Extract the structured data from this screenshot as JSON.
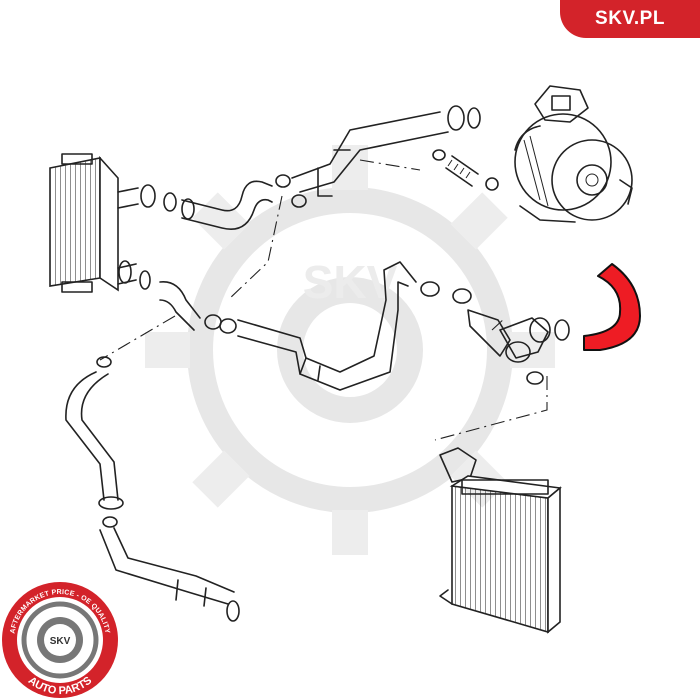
{
  "brand": {
    "label": "SKV.PL",
    "color": "#d3232a"
  },
  "seal": {
    "top_text": "AFTERMARKET PRICE - OE QUALITY",
    "center_text": "SKV",
    "bottom_text": "AUTO PARTS",
    "color": "#d3232a"
  },
  "watermark_text": "SKV",
  "highlight_color": "#ee1c24",
  "highlighted_part": "intercooler-hose"
}
